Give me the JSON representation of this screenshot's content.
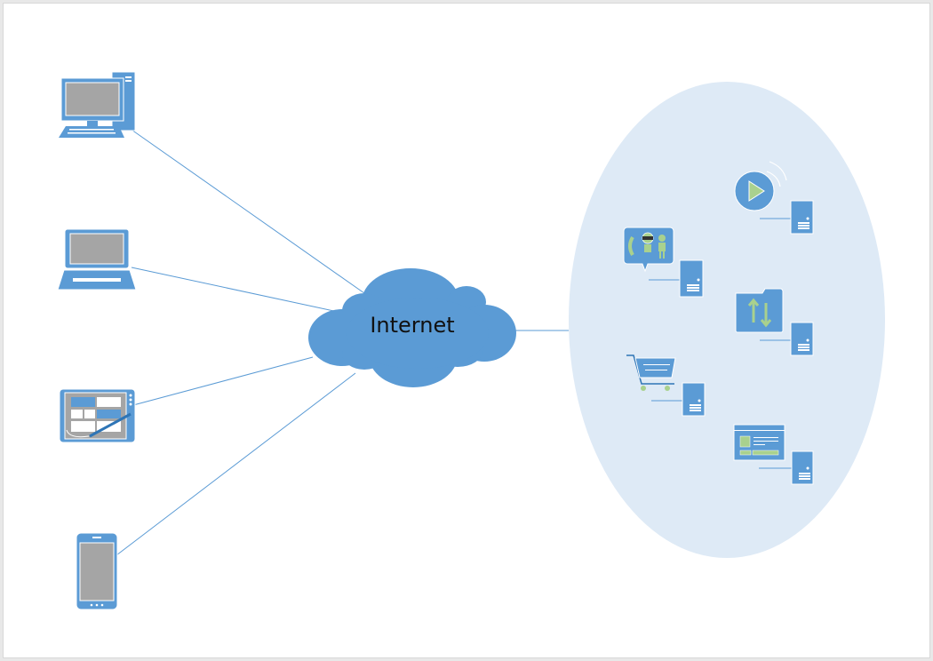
{
  "diagram": {
    "cloud_label": "Internet",
    "colors": {
      "device_blue": "#5b9bd5",
      "screen_gray": "#a5a5a5",
      "accent_green": "#a9d18e",
      "ellipse_fill": "#deeaf6",
      "line": "#5b9bd5",
      "dark_blue": "#2e75b6"
    },
    "clients": [
      {
        "type": "desktop-computer",
        "icon": "desktop-icon"
      },
      {
        "type": "laptop",
        "icon": "laptop-icon"
      },
      {
        "type": "tablet-with-pen",
        "icon": "tablet-icon"
      },
      {
        "type": "smartphone",
        "icon": "smartphone-icon"
      }
    ],
    "services": [
      {
        "type": "media-streaming",
        "icon": "play-icon"
      },
      {
        "type": "communication",
        "icon": "video-call-icon"
      },
      {
        "type": "file-transfer",
        "icon": "folder-transfer-icon"
      },
      {
        "type": "e-commerce",
        "icon": "shopping-cart-icon"
      },
      {
        "type": "web-application",
        "icon": "web-page-icon"
      }
    ]
  }
}
